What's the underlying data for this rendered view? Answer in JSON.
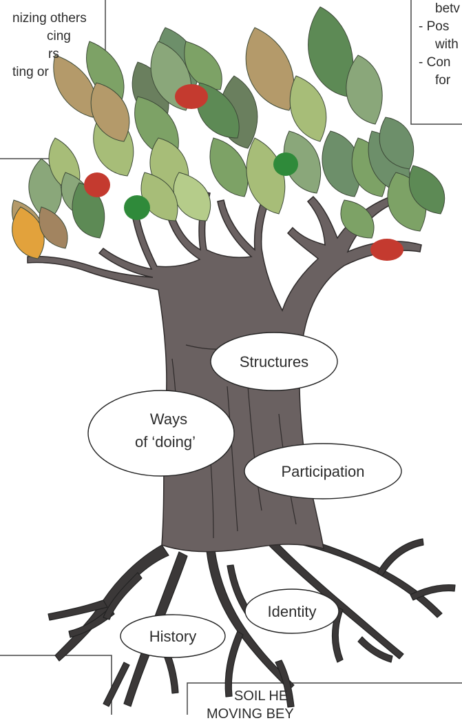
{
  "callouts": {
    "top_left": {
      "lines": [
        "nizing others",
        "cing",
        "rs",
        "ting or"
      ]
    },
    "top_right": {
      "lines": [
        "betv",
        "- Pos",
        "  with",
        "- Con",
        "  for"
      ]
    },
    "bottom_right": {
      "lines": [
        "SOIL HE",
        "MOVING BEY"
      ]
    }
  },
  "labels": {
    "structures": "Structures",
    "ways_line1": "Ways",
    "ways_line2": "of ‘doing’",
    "participation": "Participation",
    "identity": "Identity",
    "history": "History"
  },
  "colors": {
    "trunk": "#6a6161",
    "trunk_stroke": "#2f2b2b",
    "roots": "#3b3838",
    "leaf_palette": [
      "#7da266",
      "#6d8f6a",
      "#a7bd78",
      "#b49a6a",
      "#8aa77a",
      "#5d8a55",
      "#6a7f5e",
      "#e2a23c"
    ],
    "fruit_red": "#c43a2f",
    "fruit_green": "#2f8a3a"
  }
}
